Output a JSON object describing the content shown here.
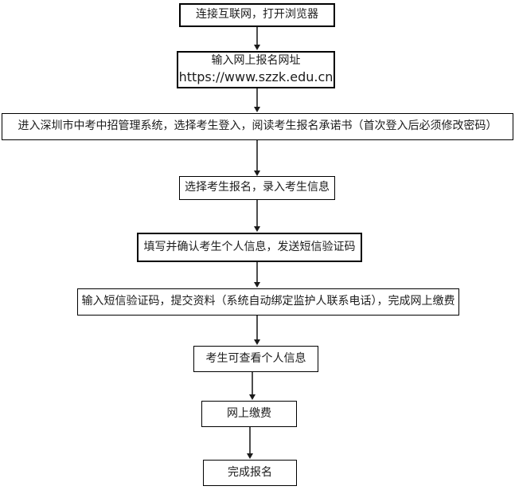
{
  "diagram_type": "flowchart",
  "colors": {
    "background": "#ffffff",
    "box_border": "#000000",
    "text": "#1c1c1c",
    "arrow": "#4d4d4d"
  },
  "nodes": [
    {
      "label": "连接互联网，打开浏览器"
    },
    {
      "line1": "输入网上报名网址",
      "line2": "https://www.szzk.edu.cn"
    },
    {
      "label": "进入深圳市中考中招管理系统，选择考生登入，阅读考生报名承诺书（首次登入后必须修改密码）"
    },
    {
      "label": "选择考生报名，录入考生信息"
    },
    {
      "label": "填写并确认考生个人信息，发送短信验证码"
    },
    {
      "label": "输入短信验证码，提交资料（系统自动绑定监护人联系电话），完成网上缴费"
    },
    {
      "label": "考生可查看个人信息"
    },
    {
      "label": "网上缴费"
    },
    {
      "label": "完成报名"
    }
  ]
}
